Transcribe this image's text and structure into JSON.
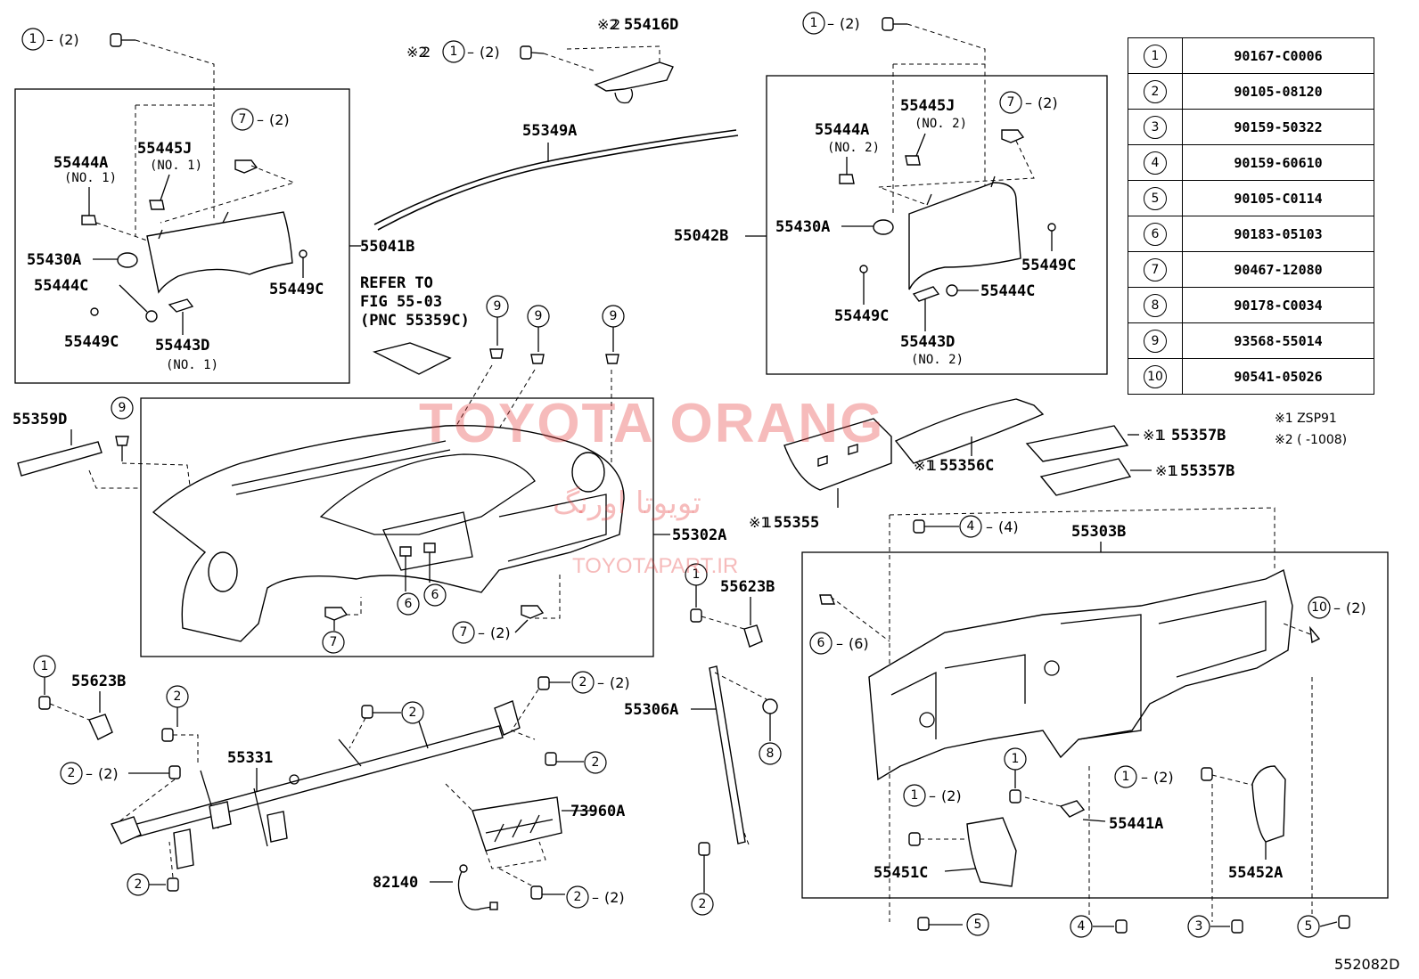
{
  "labels": {
    "p55416D": "55416D",
    "p55349A": "55349A",
    "p55041B": "55041B",
    "p55042B": "55042B",
    "p55444A_l": "55444A",
    "p55444A_r": "55444A",
    "p55445J_l": "55445J",
    "p55445J_r": "55445J",
    "p55430A_l": "55430A",
    "p55430A_r": "55430A",
    "p55444C_l": "55444C",
    "p55444C_r": "55444C",
    "p55449C_l1": "55449C",
    "p55449C_l2": "55449C",
    "p55449C_r1": "55449C",
    "p55449C_r2": "55449C",
    "p55443D_l": "55443D",
    "p55443D_r": "55443D",
    "p55359D": "55359D",
    "p55302A": "55302A",
    "p55303B": "55303B",
    "p55355": "55355",
    "p55356C": "55356C",
    "p55357B_1": "55357B",
    "p55357B_2": "55357B",
    "p55623B_1": "55623B",
    "p55623B_2": "55623B",
    "p55306A": "55306A",
    "p55331": "55331",
    "p73960A": "73960A",
    "p82140": "82140",
    "p55441A": "55441A",
    "p55451C": "55451C",
    "p55452A": "55452A",
    "no1": "(NO. 1)",
    "no2": "(NO. 2)",
    "refer": [
      "REFER TO",
      "FIG 55-03",
      "(PNC 55359C)"
    ],
    "qty2": "(2)",
    "qty4": "(4)",
    "qty6": "(6)",
    "mark1": "※1",
    "mark2": "※2",
    "dash": "–"
  },
  "parts_table": [
    {
      "no": "1",
      "part": "90167-C0006"
    },
    {
      "no": "2",
      "part": "90105-08120"
    },
    {
      "no": "3",
      "part": "90159-50322"
    },
    {
      "no": "4",
      "part": "90159-60610"
    },
    {
      "no": "5",
      "part": "90105-C0114"
    },
    {
      "no": "6",
      "part": "90183-05103"
    },
    {
      "no": "7",
      "part": "90467-12080"
    },
    {
      "no": "8",
      "part": "90178-C0034"
    },
    {
      "no": "9",
      "part": "93568-55014"
    },
    {
      "no": "10",
      "part": "90541-05026"
    }
  ],
  "notes": [
    "※1 ZSP91",
    "※2 (    -1008)"
  ],
  "watermark": {
    "main": "TOYOTA ORANG",
    "arabic": "تویوتا اورنگ",
    "url": "TOYOTAPART.IR"
  },
  "diagram_code": "552082D",
  "colors": {
    "watermark": "#e63c3c",
    "line": "#000000"
  }
}
